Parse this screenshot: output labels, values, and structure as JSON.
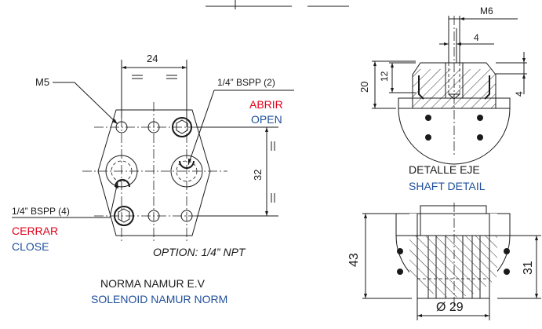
{
  "colors": {
    "red": "#e2001a",
    "blue": "#1f4e9c",
    "line": "#1a1a1a"
  },
  "left_view": {
    "dim_top": "24",
    "thread_m5": "M5",
    "port_open_spec": "1/4” BSPP (2)",
    "open_es": "ABRIR",
    "open_en": "OPEN",
    "dim_side": "32",
    "port_close_spec": "1/4” BSPP (4)",
    "close_es": "CERRAR",
    "close_en": "CLOSE",
    "option_note": "OPTION: 1/4” NPT",
    "norm_es": "NORMA NAMUR E.V",
    "norm_en": "SOLENOID NAMUR NORM"
  },
  "shaft_detail": {
    "thread": "M6",
    "dim_4_top": "4",
    "dim_20": "20",
    "dim_12": "12",
    "dim_4_side": "4",
    "title_es": "DETALLE EJE",
    "title_en": "SHAFT DETAIL"
  },
  "bottom_detail": {
    "dim_43": "43",
    "dim_31": "31",
    "dia_29": "Ø 29"
  }
}
